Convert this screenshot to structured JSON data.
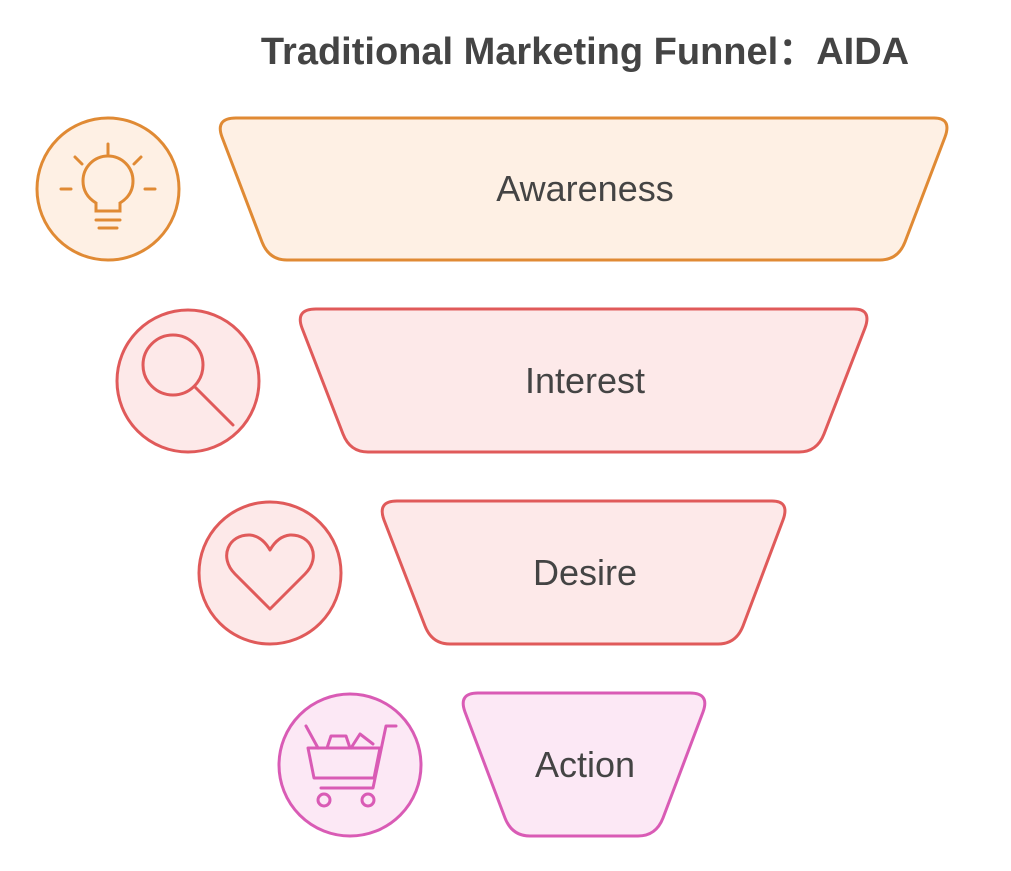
{
  "title": "Traditional Marketing Funnel：AIDA",
  "stages": [
    {
      "label": "Awareness",
      "icon": "lightbulb-icon",
      "stroke": "#e08a34",
      "fill": "#fef0e4"
    },
    {
      "label": "Interest",
      "icon": "magnifier-icon",
      "stroke": "#e05a5a",
      "fill": "#fde9e9"
    },
    {
      "label": "Desire",
      "icon": "heart-icon",
      "stroke": "#e05a5a",
      "fill": "#fde9e9"
    },
    {
      "label": "Action",
      "icon": "shopping-cart-icon",
      "stroke": "#d95bb5",
      "fill": "#fce8f5"
    }
  ]
}
